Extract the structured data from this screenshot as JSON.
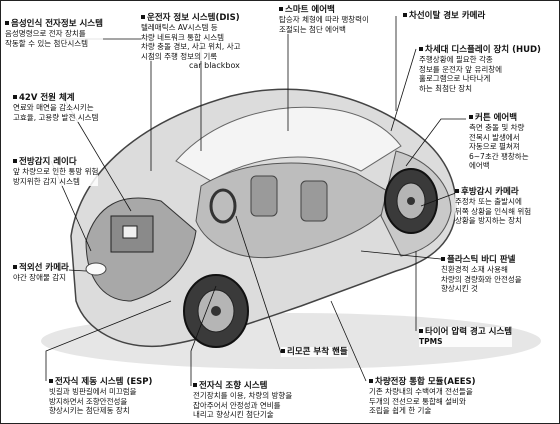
{
  "callouts": [
    {
      "id": "voice",
      "title": "음성인식 전자정보 시스템",
      "desc": "음성명령으로 전자 장치를\n작동할 수 있는 첨단시스템"
    },
    {
      "id": "dis",
      "title": "운전자 정보 시스템(DIS)",
      "desc": "텔레매틱스 AV시스템 등\n차량 네트워크 통합 시스템\n차량 충돌 경보, 사고 위치, 사고\n시점의 주행 정보의 기록"
    },
    {
      "id": "blackbox",
      "title": "car blackbox",
      "desc": ""
    },
    {
      "id": "smart_airbag",
      "title": "스마트 에어백",
      "desc": "탑승자 체형에 따라 팽창력이\n조절되는 첨단 에어백"
    },
    {
      "id": "lane",
      "title": "차선이탈 경보 카메라",
      "desc": ""
    },
    {
      "id": "hud",
      "title": "차세대 디스플레이 장치 (HUD)",
      "desc": "주행상황에 필요한 각종\n정보를 운전자 앞 유리창에\n홀로그램으로 나타나게\n하는 최첨단 장치"
    },
    {
      "id": "v42",
      "title": "42V 전원 체계",
      "desc": "연료와 매연을 감소시키는\n고효율, 고용량 발전 시스템"
    },
    {
      "id": "curtain",
      "title": "커튼 에어백",
      "desc": "측면 충돌 및 차량\n전복시 발생에서\n자동으로 펼쳐져\n6~7초간 팽창하는\n에어백"
    },
    {
      "id": "radar",
      "title": "전방감지 레이다",
      "desc": "앞 차량으로 인한 통망 위험\n방지위한 감지 시스템"
    },
    {
      "id": "rear_cam",
      "title": "후방감시 카메라",
      "desc": "주정차 또는 출발시에\n뒤쪽 상황을 인식해 위험\n상황을 방지하는 장치"
    },
    {
      "id": "ir_cam",
      "title": "적외선 카메라",
      "desc": "야간 장애물 감지"
    },
    {
      "id": "plastic",
      "title": "플라스틱 바디 판넬",
      "desc": "친환경적 소재 사용해\n차량의 경량화와 안전성을\n향상시킨 것"
    },
    {
      "id": "remote",
      "title": "리모콘 부착 핸들",
      "desc": ""
    },
    {
      "id": "tpms",
      "title": "타이어 압력 경고 시스템",
      "desc": "TPMS"
    },
    {
      "id": "esp",
      "title": "전자식 제동 시스템 (ESP)",
      "desc": "빗길과 빙판길에서 미끄럼을\n방지하면서 조향안전성을\n향상시키는 첨단제동 장치"
    },
    {
      "id": "steering",
      "title": "전자식 조향 시스템",
      "desc": "전기장치를 이용, 차량의 방향을\n잡아주어서 안정성과 연비를\n내리고 향상시킨 첨단기술"
    },
    {
      "id": "aees",
      "title": "차량전장 통합 모듈(AEES)",
      "desc": "기존 차량내의 수백여개 전선들을\n두개의 전선으로 통합해 설비와\n조립을 쉽게 한 기술"
    }
  ]
}
